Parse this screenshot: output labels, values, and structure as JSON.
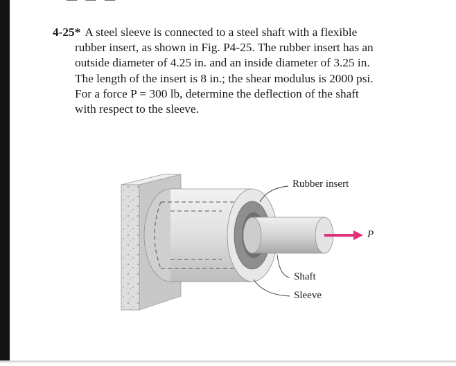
{
  "top_fragment": "— · — · —",
  "problem": {
    "number": "4-25*",
    "lines": [
      "A steel sleeve is connected to a steel shaft with a flexible",
      "rubber insert, as shown in Fig. P4-25. The rubber insert has an",
      "outside diameter of 4.25 in. and an inside diameter of 3.25 in.",
      "The length of the insert is 8 in.; the shear modulus is 2000 psi.",
      "For a force P = 300 lb, determine the deflection of the shaft",
      "with respect to the sleeve."
    ]
  },
  "figure": {
    "labels": {
      "rubber_insert": "Rubber insert",
      "shaft": "Shaft",
      "sleeve": "Sleeve",
      "force": "P"
    },
    "colors": {
      "force_arrow": "#e0307a",
      "metal_light": "#e6e6e6",
      "metal_mid": "#c9c9c9",
      "rubber": "#8a8a8a",
      "wall": "#dcdcdc"
    }
  }
}
